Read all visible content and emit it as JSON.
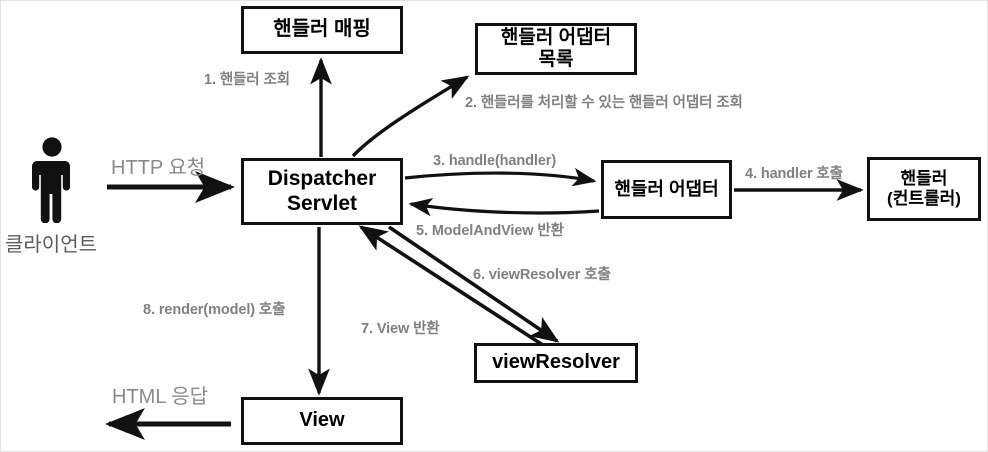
{
  "diagram": {
    "title": "Spring MVC DispatcherServlet request flow",
    "background_color": "#ffffff",
    "node_border_color": "#111111",
    "label_color": "#808080",
    "plain_label_color": "#8a8a8a",
    "arrow_color": "#111111"
  },
  "actor": {
    "icon": "person-icon",
    "label": "클라이언트"
  },
  "nodes": {
    "handler_mapping": "핸들러 매핑",
    "adapter_list": "핸들러 어댑터\n목록",
    "dispatcher": "Dispatcher\nServlet",
    "handler_adapter": "핸들러 어댑터",
    "handler_controller": "핸들러\n(컨트롤러)",
    "view_resolver": "viewResolver",
    "view": "View"
  },
  "edge_labels": {
    "step1": "1. 핸들러 조회",
    "step2": "2. 핸들러를 처리할 수 있는 핸들러 어댑터 조회",
    "step3": "3. handle(handler)",
    "step4": "4. handler 호출",
    "step5": "5. ModelAndView 반환",
    "step6": "6. viewResolver 호출",
    "step7": "7. View 반환",
    "step8": "8. render(model) 호출",
    "http_request": "HTTP 요청",
    "http_response": "HTML 응답"
  }
}
